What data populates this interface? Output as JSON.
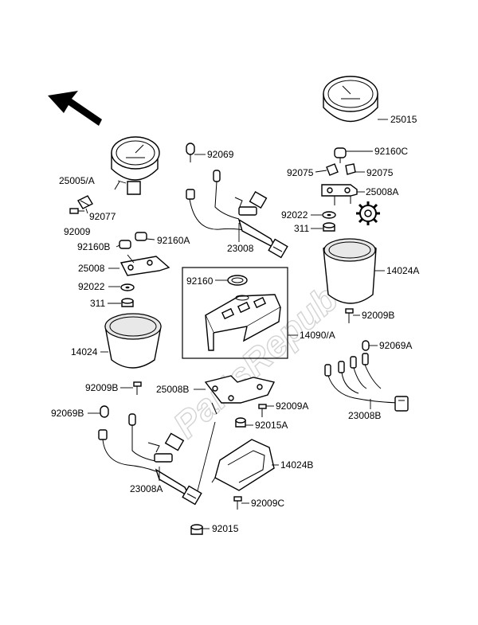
{
  "diagram": {
    "watermark_text": "PartsRepublik",
    "labels": {
      "p25015": "25015",
      "p92160C": "92160C",
      "p92075L": "92075",
      "p92075R": "92075",
      "p25008A": "25008A",
      "p92022R": "92022",
      "p311R": "311",
      "p14024A": "14024A",
      "p92009B_R": "92009B",
      "p25005A": "25005/A",
      "p92069": "92069",
      "p92077": "92077",
      "p92009": "92009",
      "p23008": "23008",
      "p92160B": "92160B",
      "p92160A": "92160A",
      "p25008": "25008",
      "p92160": "92160",
      "p92022L": "92022",
      "p311L": "311",
      "p14024": "14024",
      "p14090A": "14090/A",
      "p92069A": "92069A",
      "p92009B_L": "92009B",
      "p25008B": "25008B",
      "p92009A": "92009A",
      "p23008B": "23008B",
      "p92069B": "92069B",
      "p92015A": "92015A",
      "p14024B": "14024B",
      "p23008A": "23008A",
      "p92009C": "92009C",
      "p92015": "92015"
    }
  }
}
